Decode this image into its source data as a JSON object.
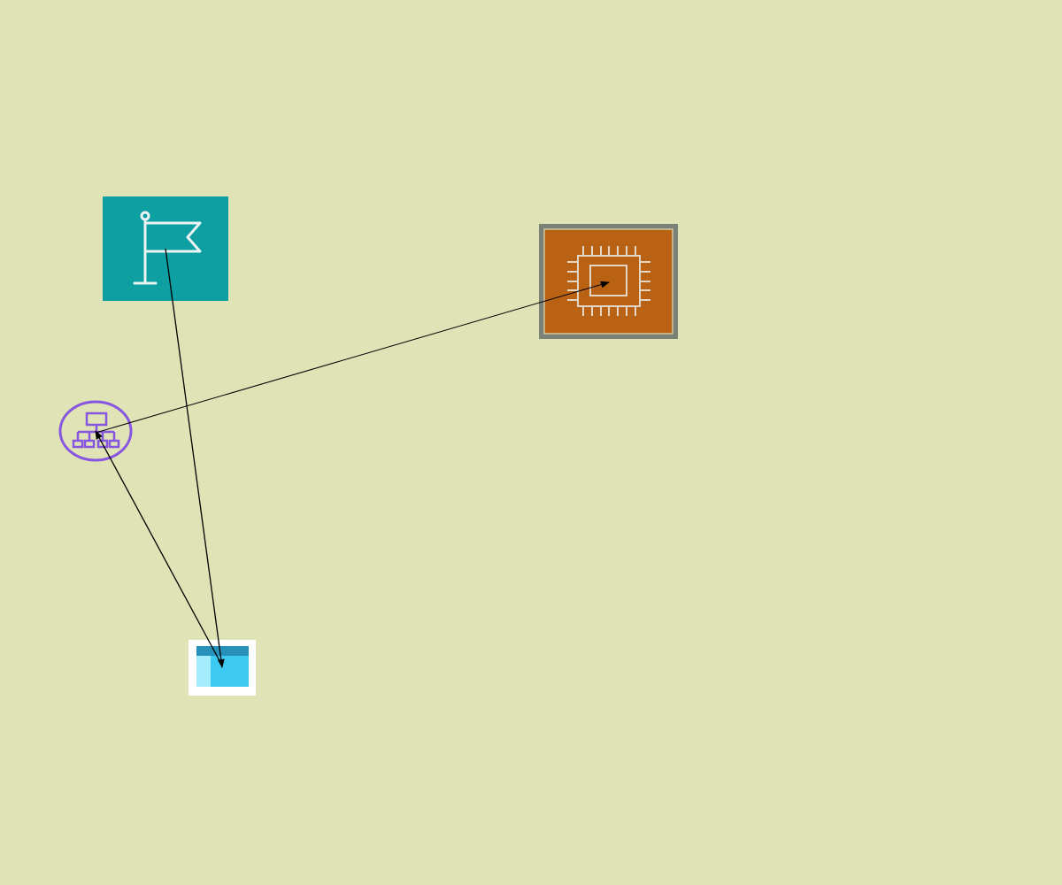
{
  "canvas": {
    "background": "#e0e3b5"
  },
  "nodes": [
    {
      "id": "flag",
      "icon": "flag-icon",
      "fill": "#0d9fa1",
      "stroke_color": "#ecf3f3"
    },
    {
      "id": "cpu",
      "icon": "processor-chip-icon",
      "fill": "#b96213",
      "frame_color": "#7a8278",
      "inner_border": "#d0c8a0",
      "stroke_color": "#e3d6c4"
    },
    {
      "id": "network",
      "icon": "network-hierarchy-icon",
      "stroke_color": "#8656e0"
    },
    {
      "id": "window",
      "icon": "application-window-icon",
      "backdrop": "#ffffff",
      "body_color": "#3cc9f2",
      "titlebar_color": "#2791ba",
      "sidepane_color": "#a5ecfc"
    }
  ],
  "edges": [
    {
      "from": "flag",
      "to": "window"
    },
    {
      "from": "window",
      "to": "network"
    },
    {
      "from": "network",
      "to": "cpu"
    }
  ],
  "edge_style": {
    "color": "#000000"
  }
}
